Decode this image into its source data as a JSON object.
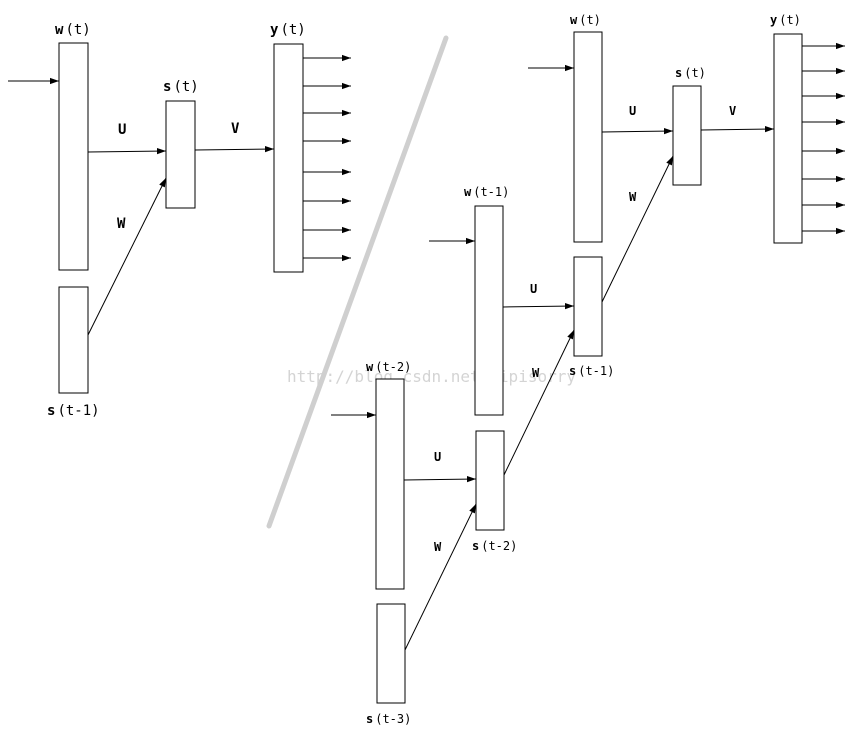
{
  "labels": {
    "w_t": {
      "sym": "w",
      "arg": "(t)"
    },
    "s_t": {
      "sym": "s",
      "arg": "(t)"
    },
    "y_t": {
      "sym": "y",
      "arg": "(t)"
    },
    "s_t1": {
      "sym": "s",
      "arg": "(t-1)"
    },
    "w_t1": {
      "sym": "w",
      "arg": "(t-1)"
    },
    "w_t2": {
      "sym": "w",
      "arg": "(t-2)"
    },
    "s_t2": {
      "sym": "s",
      "arg": "(t-2)"
    },
    "s_t3": {
      "sym": "s",
      "arg": "(t-3)"
    }
  },
  "weights": {
    "U": "U",
    "V": "V",
    "W": "W"
  },
  "watermark": "http://blog.csdn.net/pipisorry"
}
